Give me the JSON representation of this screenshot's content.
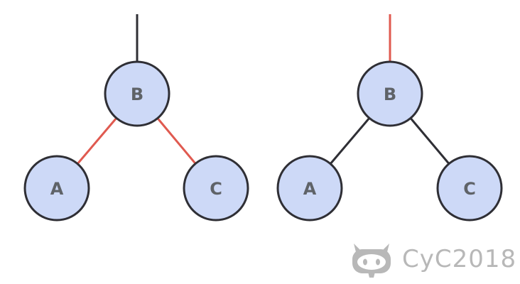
{
  "colors": {
    "node_fill": "#cdd9f7",
    "node_stroke": "#2f2f35",
    "label_color": "#5f6368",
    "edge_default": "#2f2f35",
    "edge_highlight": "#e05a50",
    "watermark": "#b8b8b8"
  },
  "trees": [
    {
      "nodes": [
        {
          "id": "B",
          "label": "B"
        },
        {
          "id": "A",
          "label": "A"
        },
        {
          "id": "C",
          "label": "C"
        }
      ],
      "edges": [
        {
          "from": "parent",
          "to": "B",
          "highlight": false
        },
        {
          "from": "B",
          "to": "A",
          "highlight": true
        },
        {
          "from": "B",
          "to": "C",
          "highlight": true
        }
      ]
    },
    {
      "nodes": [
        {
          "id": "B",
          "label": "B"
        },
        {
          "id": "A",
          "label": "A"
        },
        {
          "id": "C",
          "label": "C"
        }
      ],
      "edges": [
        {
          "from": "parent",
          "to": "B",
          "highlight": true
        },
        {
          "from": "B",
          "to": "A",
          "highlight": false
        },
        {
          "from": "B",
          "to": "C",
          "highlight": false
        }
      ]
    }
  ],
  "watermark": {
    "text": "CyC2018",
    "icon": "github-octocat-icon"
  }
}
